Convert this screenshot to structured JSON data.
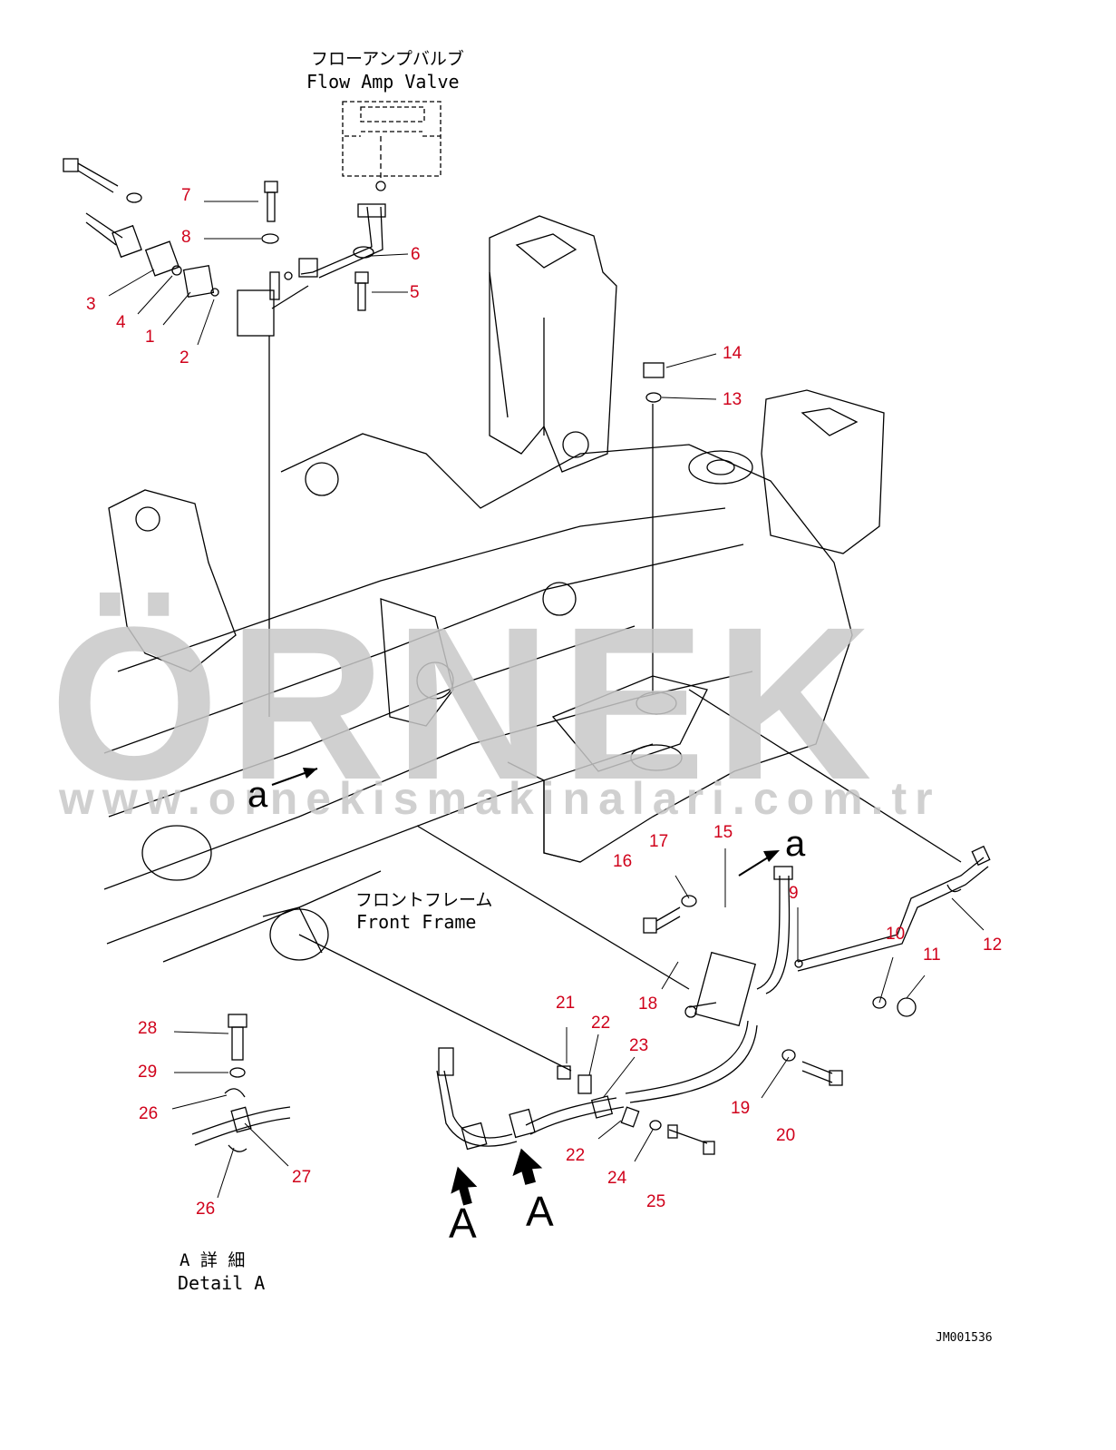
{
  "labels": {
    "flow_amp_jp": "フローアンプバルブ",
    "flow_amp_en": "Flow Amp Valve",
    "front_frame_jp": "フロントフレーム",
    "front_frame_en": "Front Frame",
    "detail_a_jp": "A 詳 細",
    "detail_a_en": "Detail A",
    "view_a": "A",
    "arrow_a": "a",
    "drawing_code": "JM001536"
  },
  "watermark": {
    "brand": "ÖRNEK",
    "url": "www.ornekismakinalari.com.tr"
  },
  "callouts": [
    "1",
    "2",
    "3",
    "4",
    "5",
    "6",
    "7",
    "8",
    "9",
    "10",
    "11",
    "12",
    "13",
    "14",
    "15",
    "16",
    "17",
    "18",
    "19",
    "20",
    "21",
    "22",
    "23",
    "24",
    "25",
    "26",
    "27",
    "28",
    "29"
  ],
  "colors": {
    "callout": "#d0021b",
    "line": "#000000",
    "watermark": "#c8c8c8",
    "watermark_accent": "#f2dc7a"
  }
}
